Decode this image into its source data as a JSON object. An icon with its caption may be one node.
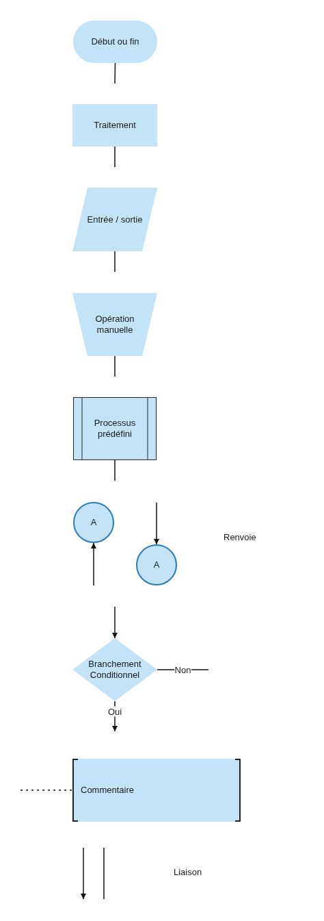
{
  "diagram": {
    "nodes": [
      {
        "text": [
          "Début ou fin"
        ]
      },
      {
        "text": [
          "Traitement"
        ]
      },
      {
        "text": [
          "Entrée / sortie"
        ]
      },
      {
        "text": [
          "Opération manuelle"
        ]
      },
      {
        "text": [
          "Processus prédéfini"
        ]
      },
      {
        "text": [
          "A"
        ]
      },
      {
        "text": [
          "A"
        ]
      },
      {
        "text": [
          "Branchement Conditionnel"
        ]
      },
      {
        "text": [
          "Commentaire"
        ]
      }
    ],
    "edges": [
      {
        "from": 0,
        "to": null,
        "arrow": "none"
      },
      {
        "from": 1,
        "to": null,
        "arrow": "none"
      },
      {
        "from": 2,
        "to": null,
        "arrow": "none"
      },
      {
        "from": 3,
        "to": null,
        "arrow": "none"
      },
      {
        "from": 4,
        "to": null,
        "arrow": "none"
      },
      {
        "from": null,
        "to": 5,
        "arrow": "to"
      },
      {
        "from": null,
        "to": 6,
        "arrow": "to"
      },
      {
        "from": null,
        "to": 7,
        "arrow": "to"
      },
      {
        "from": 7,
        "to": null,
        "arrow": "to",
        "label": "Oui"
      },
      {
        "from": 7,
        "to": null,
        "arrow": "none",
        "label": "Non"
      },
      {
        "from": null,
        "to": 8,
        "arrow": "none",
        "style": "dashed"
      }
    ],
    "labels": [
      "Renvoie",
      "Liaison"
    ]
  }
}
